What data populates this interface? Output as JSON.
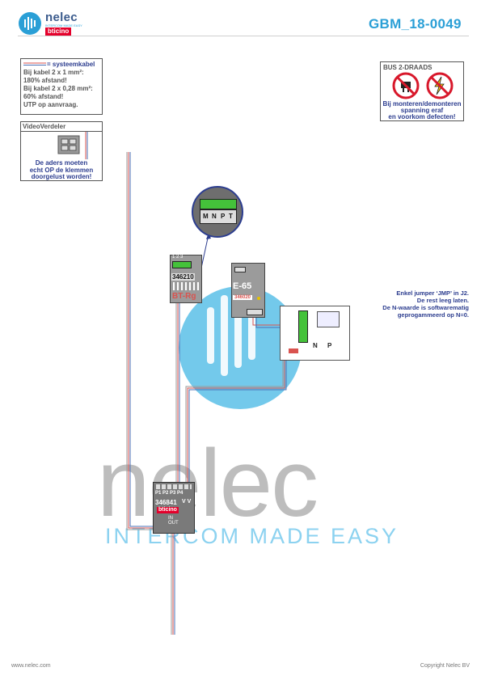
{
  "header": {
    "brand": "nelec",
    "brand_tagline": "INTERCOM MADE EASY",
    "partner": "bticino",
    "doc_id": "GBM_18-0049"
  },
  "legend": {
    "title": "= systeemkabel",
    "lines": [
      "Bij kabel 2 x 1 mm²:",
      "180% afstand!",
      "Bij kabel 2 x 0,28 mm²:",
      "60% afstand!",
      "UTP op aanvraag."
    ]
  },
  "video_verdeler": {
    "title": "VideoVerdeler",
    "note_lines": [
      "De aders moeten",
      "echt OP de klemmen",
      "doorgelust worden!"
    ]
  },
  "bus_warning": {
    "title": "BUS 2-DRAADS",
    "note_lines": [
      "Bij monteren/demonteren",
      "spanning eraf",
      "en voorkom defecten!"
    ]
  },
  "devices": {
    "bt_rg": {
      "code": "346210",
      "name": "BT-Rg",
      "terminals": "1 2 3"
    },
    "supply": {
      "name": "E-65",
      "code": "346020"
    },
    "distributor": {
      "ports": [
        "P1",
        "P2",
        "P3",
        "P4"
      ],
      "code": "346841",
      "suffix": "V V",
      "brand": "bticino",
      "inout": [
        "IN",
        "OUT"
      ]
    },
    "monitor": {
      "n_label": "N",
      "p_label": "P"
    }
  },
  "zoom_detail": {
    "labels": [
      "M",
      "N",
      "P",
      "T"
    ]
  },
  "instruction": {
    "lines": [
      "Enkel jumper ‘JMP’ in J2.",
      "De rest leeg laten.",
      "De N-waarde is softwarematig",
      "geprogammeerd op N=0."
    ]
  },
  "watermark": {
    "word": "nelec",
    "tagline": "INTERCOM MADE EASY"
  },
  "footer": {
    "left": "www.nelec.com",
    "right": "Copyright Nelec BV"
  },
  "colors": {
    "brand_blue": "#2a9fd6",
    "text_blue": "#2c3d8f",
    "wire_red": "#d9534f",
    "wire_blue": "#4a6fb5",
    "device_gray": "#7a7a7a",
    "watermark_circle": "#5bbfe8",
    "terminal_green": "#44c23a"
  }
}
